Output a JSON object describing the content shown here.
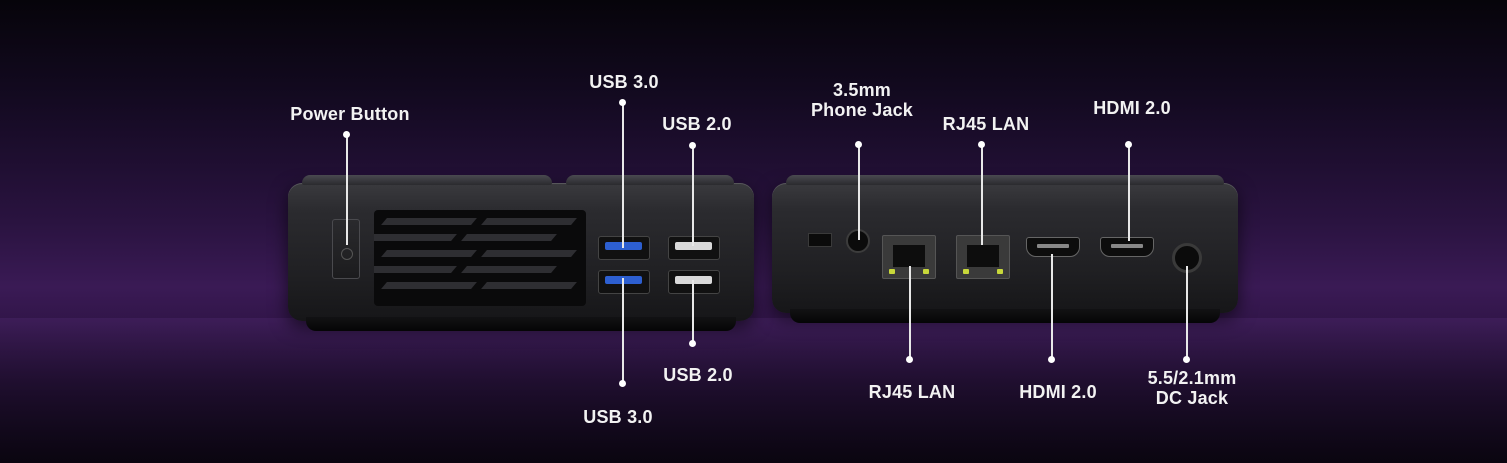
{
  "labels": {
    "power_button": "Power Button",
    "usb30_top": "USB 3.0",
    "usb20_top": "USB 2.0",
    "usb20_bottom": "USB 2.0",
    "usb30_bottom": "USB 3.0",
    "phone_jack": "3.5mm\nPhone Jack",
    "rj45_top": "RJ45 LAN",
    "hdmi_top": "HDMI 2.0",
    "rj45_bottom": "RJ45 LAN",
    "hdmi_bottom": "HDMI 2.0",
    "dc_jack": "5.5/2.1mm\nDC Jack"
  },
  "colors": {
    "usb3_accent": "#2d5fd0",
    "led_accent": "#c8d83a"
  }
}
